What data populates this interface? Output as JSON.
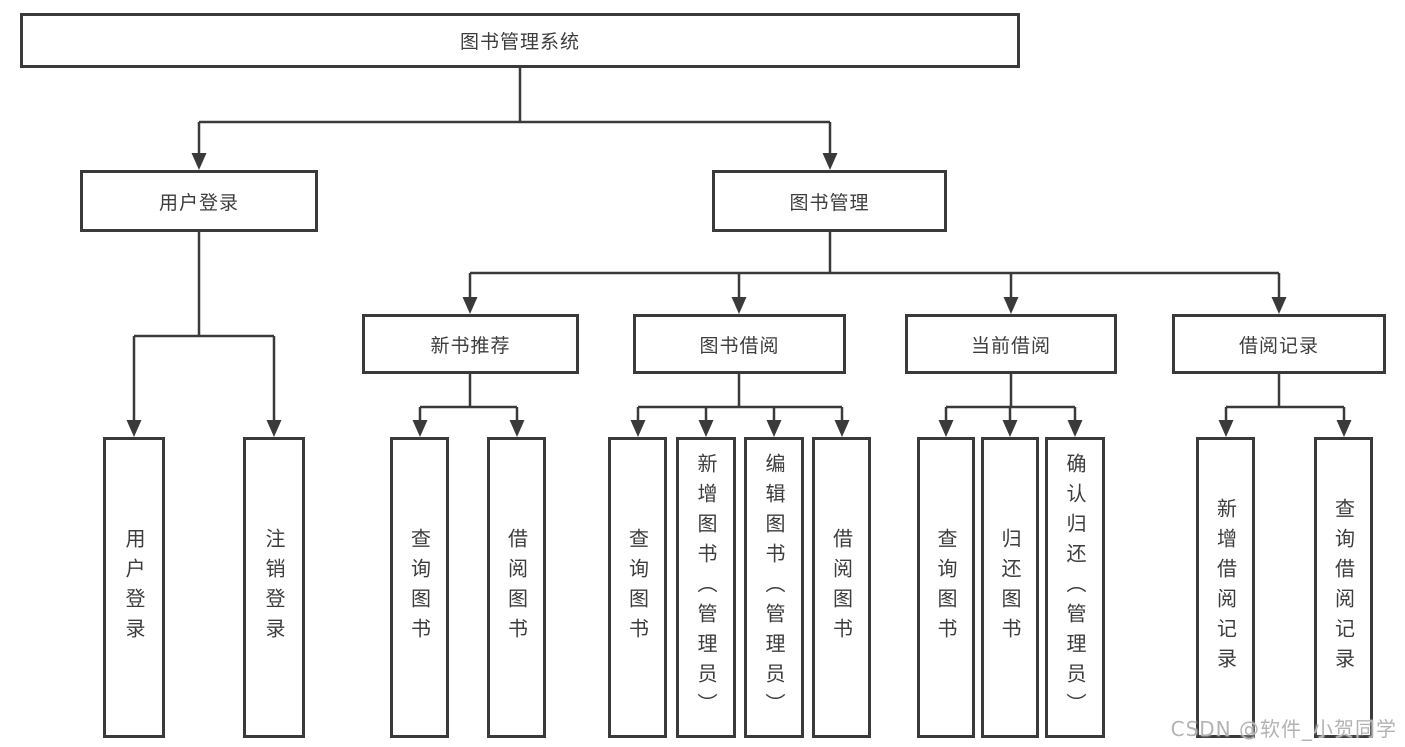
{
  "diagram": {
    "root": {
      "label": "图书管理系统"
    },
    "level2": [
      {
        "id": "user-login",
        "label": "用户登录"
      },
      {
        "id": "book-management",
        "label": "图书管理"
      }
    ],
    "level3": [
      {
        "id": "new-book-recommend",
        "label": "新书推荐"
      },
      {
        "id": "book-borrow",
        "label": "图书借阅"
      },
      {
        "id": "current-borrow",
        "label": "当前借阅"
      },
      {
        "id": "borrow-records",
        "label": "借阅记录"
      }
    ],
    "leaves": [
      {
        "parent": "user-login",
        "label": "用户登录"
      },
      {
        "parent": "user-login",
        "label": "注销登录"
      },
      {
        "parent": "new-book-recommend",
        "label": "查询图书"
      },
      {
        "parent": "new-book-recommend",
        "label": "借阅图书"
      },
      {
        "parent": "book-borrow",
        "label": "查询图书"
      },
      {
        "parent": "book-borrow",
        "label": "新增图书（管理员）"
      },
      {
        "parent": "book-borrow",
        "label": "编辑图书（管理员）"
      },
      {
        "parent": "book-borrow",
        "label": "借阅图书"
      },
      {
        "parent": "current-borrow",
        "label": "查询图书"
      },
      {
        "parent": "current-borrow",
        "label": "归还图书"
      },
      {
        "parent": "current-borrow",
        "label": "确认归还（管理员）"
      },
      {
        "parent": "borrow-records",
        "label": "新增借阅记录"
      },
      {
        "parent": "borrow-records",
        "label": "查询借阅记录"
      }
    ]
  },
  "watermark": {
    "text": "CSDN @软件_小贺同学"
  },
  "colors": {
    "line": "#3a3a3a",
    "text": "#3d3d3d",
    "watermark": "#b3b3b3",
    "background": "#ffffff"
  }
}
